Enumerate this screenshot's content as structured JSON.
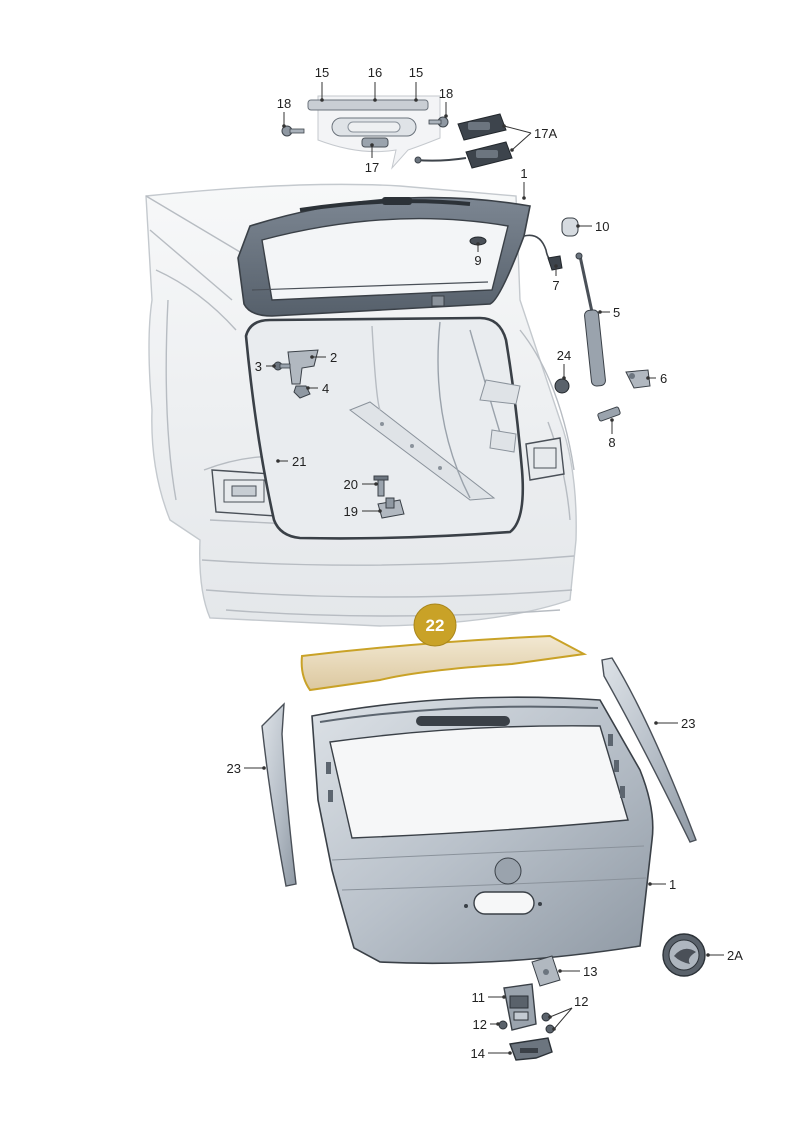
{
  "callouts": [
    {
      "id": "c15a",
      "text": "15"
    },
    {
      "id": "c16",
      "text": "16"
    },
    {
      "id": "c15b",
      "text": "15"
    },
    {
      "id": "c18a",
      "text": "18"
    },
    {
      "id": "c18b",
      "text": "18"
    },
    {
      "id": "c17a",
      "text": "17A"
    },
    {
      "id": "c17",
      "text": "17"
    },
    {
      "id": "c1top",
      "text": "1"
    },
    {
      "id": "c10",
      "text": "10"
    },
    {
      "id": "c9",
      "text": "9"
    },
    {
      "id": "c7",
      "text": "7"
    },
    {
      "id": "c5",
      "text": "5"
    },
    {
      "id": "c3",
      "text": "3"
    },
    {
      "id": "c2",
      "text": "2"
    },
    {
      "id": "c4",
      "text": "4"
    },
    {
      "id": "c24",
      "text": "24"
    },
    {
      "id": "c6",
      "text": "6"
    },
    {
      "id": "c8",
      "text": "8"
    },
    {
      "id": "c21",
      "text": "21"
    },
    {
      "id": "c20",
      "text": "20"
    },
    {
      "id": "c19",
      "text": "19"
    },
    {
      "id": "c23r",
      "text": "23"
    },
    {
      "id": "c23l",
      "text": "23"
    },
    {
      "id": "c1bot",
      "text": "1"
    },
    {
      "id": "c2a",
      "text": "2A"
    },
    {
      "id": "c13",
      "text": "13"
    },
    {
      "id": "c11",
      "text": "11"
    },
    {
      "id": "c12a",
      "text": "12"
    },
    {
      "id": "c12b",
      "text": "12"
    },
    {
      "id": "c14",
      "text": "14"
    }
  ],
  "highlight": {
    "text": "22",
    "color": "#c9a227"
  },
  "colors": {
    "panel": "#c3cad2",
    "panel_dark": "#8e98a3",
    "glass": "#f2f4f6",
    "spoiler_fill": "#e9dcc0",
    "spoiler_stroke": "#c9a227",
    "badge_bg": "#c9a227"
  }
}
